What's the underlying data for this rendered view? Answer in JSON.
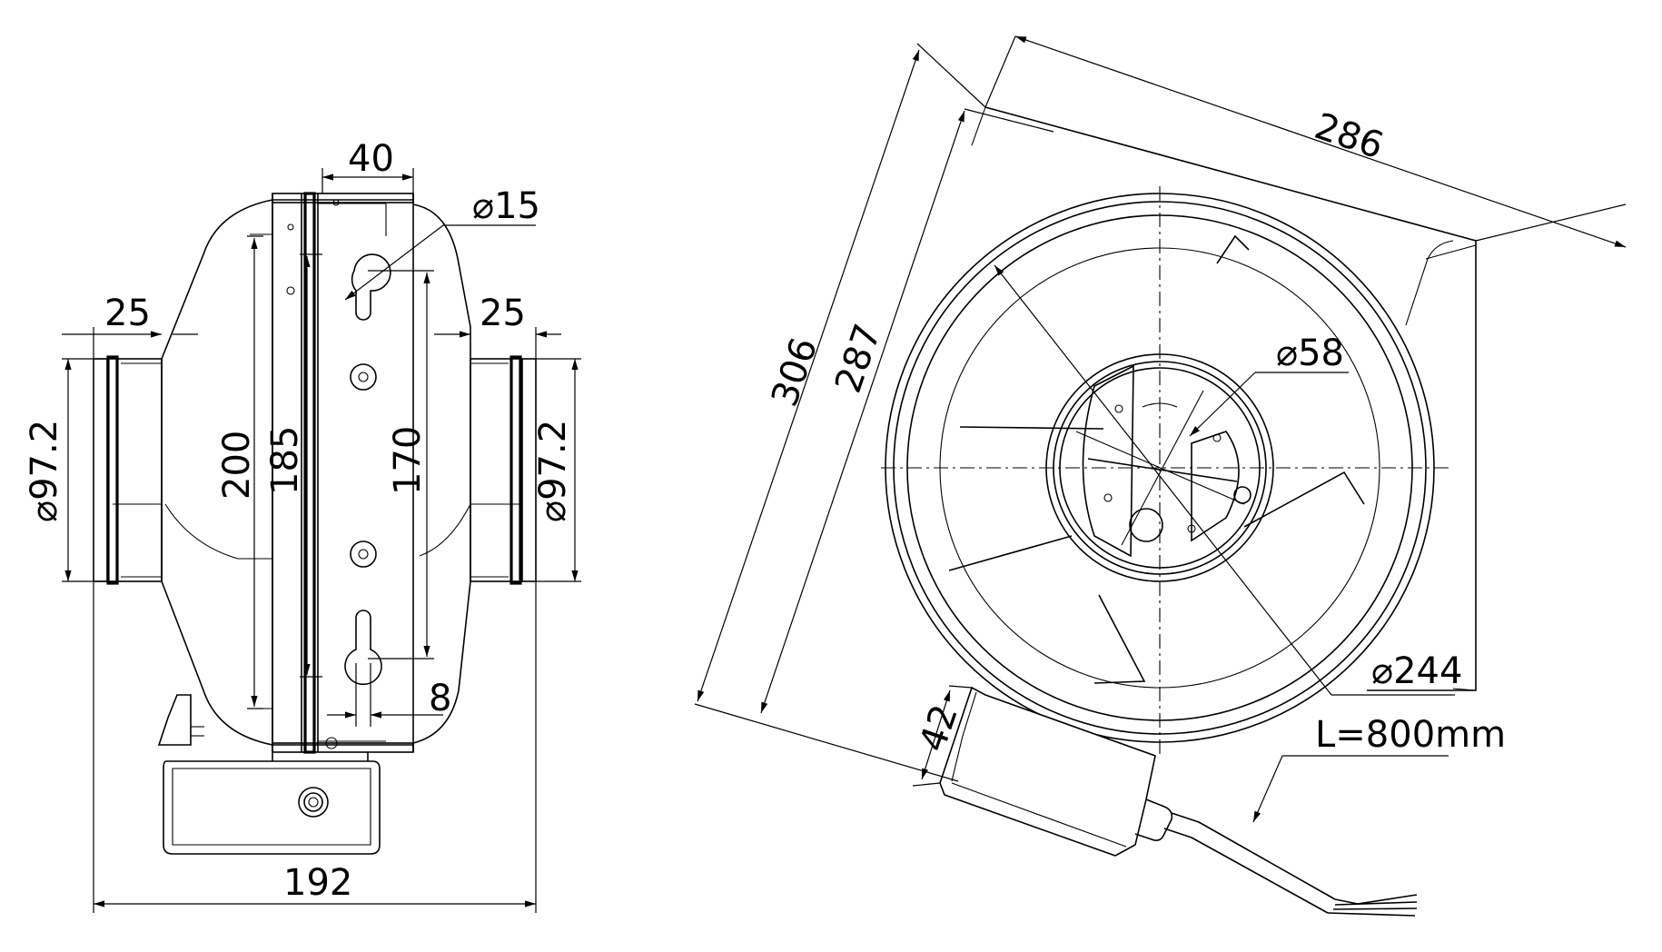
{
  "side_view": {
    "dims": {
      "flange_width": "40",
      "hole_dia": "⌀15",
      "spigot_left": "25",
      "spigot_right": "25",
      "spigot_dia_left": "⌀97.2",
      "spigot_dia_right": "⌀97.2",
      "body_200": "200",
      "body_185": "185",
      "slot_170": "170",
      "slot_8": "8",
      "overall_width": "192"
    }
  },
  "front_view": {
    "dims": {
      "plate_width": "286",
      "plate_height": "306",
      "plate_inner": "287",
      "hub_dia": "⌀58",
      "housing_dia": "⌀244",
      "box_height": "42",
      "cable_length": "L=800mm"
    }
  }
}
